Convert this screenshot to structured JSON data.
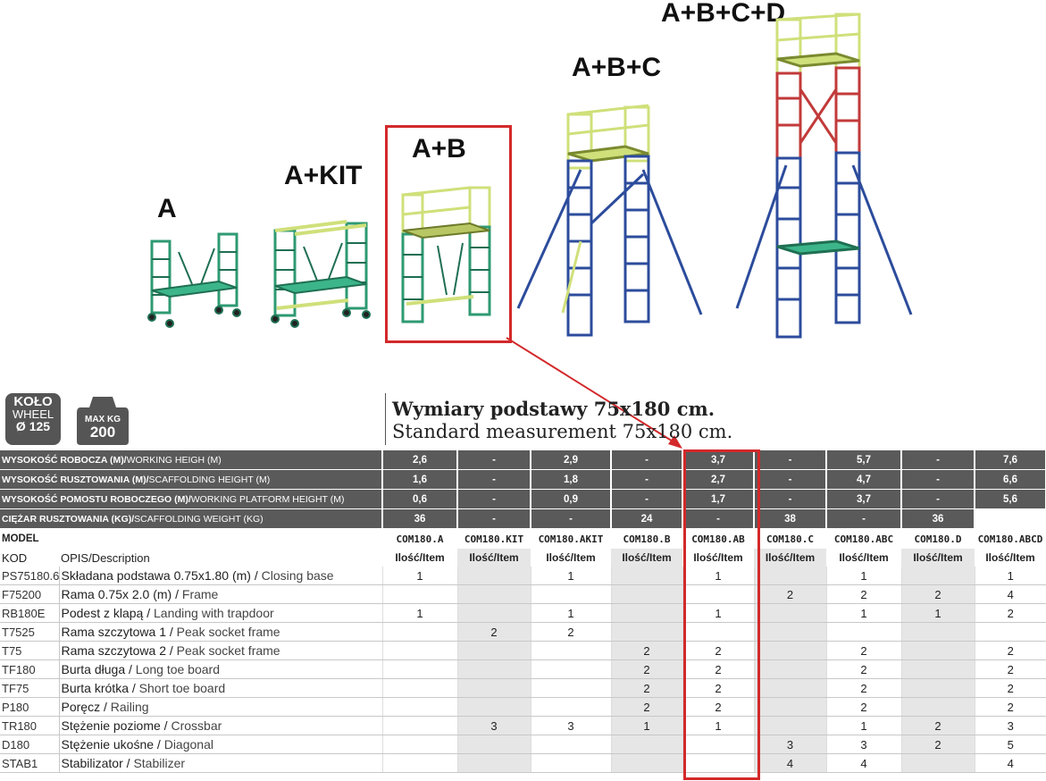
{
  "configs": {
    "a": "A",
    "akit": "A+KIT",
    "ab": "A+B",
    "abc": "A+B+C",
    "abcd": "A+B+C+D"
  },
  "badges": {
    "wheel_line1": "KOŁO",
    "wheel_line2": "WHEEL",
    "wheel_line3": "Ø 125",
    "kg_line1": "MAX KG",
    "kg_line2": "200"
  },
  "heading": {
    "line1": "Wymiary podstawy 75x180 cm.",
    "line2": "Standard measurement 75x180 cm."
  },
  "specs": [
    {
      "label_bold": "WYSOKOŚĆ ROBOCZA (M)/",
      "label_rest": "WORKING HEIGH (M)",
      "values": [
        "2,6",
        "-",
        "2,9",
        "-",
        "3,7",
        "-",
        "5,7",
        "-",
        "7,6"
      ]
    },
    {
      "label_bold": "WYSOKOŚĆ RUSZTOWANIA (M)/",
      "label_rest": "SCAFFOLDING HEIGHT (M)",
      "values": [
        "1,6",
        "-",
        "1,8",
        "-",
        "2,7",
        "-",
        "4,7",
        "-",
        "6,6"
      ]
    },
    {
      "label_bold": "WYSOKOŚĆ POMOSTU ROBOCZEGO (M)/",
      "label_rest": "WORKING PLATFORM HEIGHT (M)",
      "values": [
        "0,6",
        "-",
        "0,9",
        "-",
        "1,7",
        "-",
        "3,7",
        "-",
        "5,6"
      ]
    },
    {
      "label_bold": "CIĘŻAR RUSZTOWANIA (KG)/",
      "label_rest": "SCAFFOLDING WEIGHT (KG)",
      "values": [
        "36",
        "-",
        "-",
        "24",
        "-",
        "38",
        "-",
        "36",
        ""
      ]
    }
  ],
  "model_label": "MODEL",
  "models": [
    "COM180.A",
    "COM180.KIT",
    "COM180.AKIT",
    "COM180.B",
    "COM180.AB",
    "COM180.C",
    "COM180.ABC",
    "COM180.D",
    "COM180.ABCD"
  ],
  "kod_label": "KOD",
  "opis_label": "OPIS/Description",
  "item_label": "Ilość/Item",
  "rows": [
    {
      "code": "PS75180.6",
      "pl": "Składana podstawa 0.75x1.80 (m)",
      "en": "Closing base",
      "values": [
        "1",
        "",
        "1",
        "",
        "1",
        "",
        "1",
        "",
        "1"
      ]
    },
    {
      "code": "F75200",
      "pl": "Rama 0.75x 2.0 (m)",
      "en": "Frame",
      "values": [
        "",
        "",
        "",
        "",
        "",
        "2",
        "2",
        "2",
        "4"
      ]
    },
    {
      "code": "RB180E",
      "pl": "Podest z klapą",
      "en": "Landing with trapdoor",
      "values": [
        "1",
        "",
        "1",
        "",
        "1",
        "",
        "1",
        "1",
        "2"
      ]
    },
    {
      "code": "T7525",
      "pl": "Rama szczytowa 1",
      "en": "Peak socket frame",
      "values": [
        "",
        "2",
        "2",
        "",
        "",
        "",
        "",
        "",
        ""
      ]
    },
    {
      "code": "T75",
      "pl": "Rama szczytowa 2",
      "en": "Peak socket frame",
      "values": [
        "",
        "",
        "",
        "2",
        "2",
        "",
        "2",
        "",
        "2"
      ]
    },
    {
      "code": "TF180",
      "pl": "Burta długa",
      "en": "Long toe board",
      "values": [
        "",
        "",
        "",
        "2",
        "2",
        "",
        "2",
        "",
        "2"
      ]
    },
    {
      "code": "TF75",
      "pl": "Burta krótka",
      "en": "Short toe board",
      "values": [
        "",
        "",
        "",
        "2",
        "2",
        "",
        "2",
        "",
        "2"
      ]
    },
    {
      "code": "P180",
      "pl": "Poręcz",
      "en": "Railing",
      "values": [
        "",
        "",
        "",
        "2",
        "2",
        "",
        "2",
        "",
        "2"
      ]
    },
    {
      "code": "TR180",
      "pl": "Stężenie poziome",
      "en": "Crossbar",
      "values": [
        "",
        "3",
        "3",
        "1",
        "1",
        "",
        "1",
        "2",
        "3"
      ]
    },
    {
      "code": "D180",
      "pl": "Stężenie ukośne",
      "en": "Diagonal",
      "values": [
        "",
        "",
        "",
        "",
        "",
        "3",
        "3",
        "2",
        "5"
      ]
    },
    {
      "code": "STAB1",
      "pl": "Stabilizator",
      "en": "Stabilizer",
      "values": [
        "",
        "",
        "",
        "",
        "",
        "4",
        "4",
        "",
        "4"
      ]
    }
  ],
  "colors": {
    "highlight": "#d3292b",
    "header_bg": "#5a5a5a",
    "shade": "#e6e6e6",
    "frame_green": "#2e9a72",
    "frame_blue": "#2c4c9c",
    "frame_red": "#c23a3a",
    "platform_yellow": "#cfe07a"
  }
}
